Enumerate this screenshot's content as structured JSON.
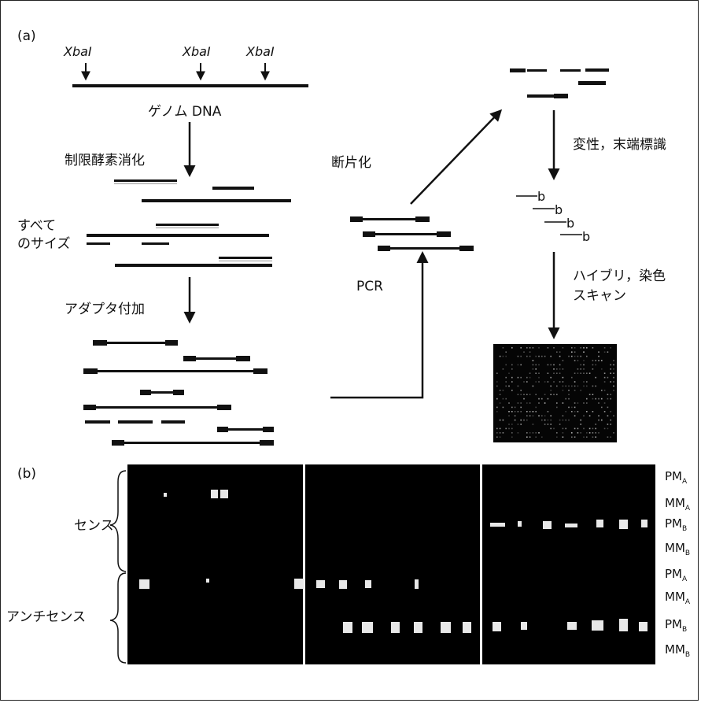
{
  "panel_a": {
    "label": "(a)",
    "enzymes": [
      "XbaI",
      "XbaI",
      "XbaI"
    ],
    "genome_label": "ゲノム DNA",
    "step_digest": "制限酵素消化",
    "all_sizes": [
      "すべて",
      "のサイズ"
    ],
    "step_adapter": "アダプタ付加",
    "step_pcr": "PCR",
    "step_fragment": "断片化",
    "step_denature": "変性，末端標識",
    "biotin": "b",
    "step_hybridize": [
      "ハイブリ，染色",
      "スキャン"
    ]
  },
  "panel_b": {
    "label": "(b)",
    "sense_label": "センス",
    "antisense_label": "アンチセンス",
    "row_labels": [
      {
        "main": "PM",
        "sub": "A"
      },
      {
        "main": "MM",
        "sub": "A"
      },
      {
        "main": "PM",
        "sub": "B"
      },
      {
        "main": "MM",
        "sub": "B"
      },
      {
        "main": "PM",
        "sub": "A"
      },
      {
        "main": "MM",
        "sub": "A"
      },
      {
        "main": "PM",
        "sub": "B"
      },
      {
        "main": "MM",
        "sub": "B"
      }
    ]
  }
}
